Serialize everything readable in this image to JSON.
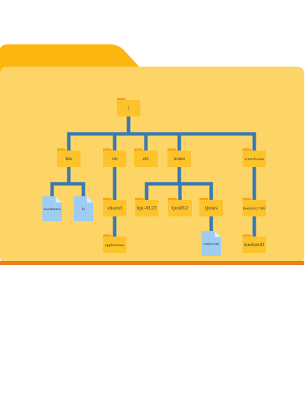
{
  "colors": {
    "folder_back": "#FDB60F",
    "folder_front": "#FDD566",
    "folder_edge": "#E8821E",
    "node_folder": "#FDC32B",
    "node_tab": "#F3A51C",
    "node_file": "#9FCCF3",
    "node_file_fold": "#D7ECFB",
    "connector": "#3A78B2",
    "text": "#333333"
  },
  "tree": {
    "nodes": [
      {
        "id": "root",
        "label": "/",
        "kind": "folder",
        "parent": null
      },
      {
        "id": "bin",
        "label": "bin",
        "kind": "folder",
        "parent": "root"
      },
      {
        "id": "cm",
        "label": "cm",
        "kind": "folder",
        "parent": "root"
      },
      {
        "id": "etc",
        "label": "etc",
        "kind": "folder",
        "parent": "root"
      },
      {
        "id": "home",
        "label": "home",
        "kind": "folder",
        "parent": "root"
      },
      {
        "id": "scratch",
        "label": "scratch/ams",
        "kind": "folder",
        "parent": "root"
      },
      {
        "id": "hostname",
        "label": "hostname",
        "kind": "file",
        "parent": "bin"
      },
      {
        "id": "ls",
        "label": "ls",
        "kind": "file",
        "parent": "bin"
      },
      {
        "id": "shared",
        "label": "shared",
        "kind": "folder",
        "parent": "cm"
      },
      {
        "id": "applications",
        "label": "applications",
        "kind": "folder",
        "parent": "shared"
      },
      {
        "id": "hpc",
        "label": "hpc-0123",
        "kind": "folder",
        "parent": "home"
      },
      {
        "id": "tjon",
        "label": "tjon012",
        "kind": "folder",
        "parent": "home"
      },
      {
        "id": "tjones",
        "label": "tjones",
        "kind": "folder",
        "parent": "home"
      },
      {
        "id": "notes",
        "label": "notes.txt",
        "kind": "file",
        "parent": "tjones"
      },
      {
        "id": "deep",
        "label": "DeepSECURE",
        "kind": "folder",
        "parent": "scratch"
      },
      {
        "id": "module",
        "label": "module01",
        "kind": "folder",
        "parent": "deep"
      }
    ]
  }
}
